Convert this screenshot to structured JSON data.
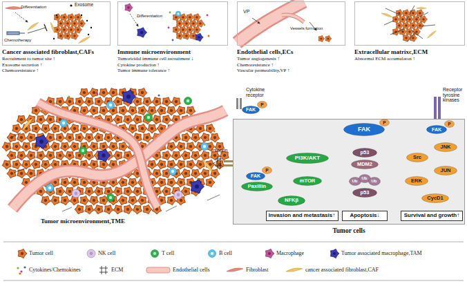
{
  "diagram": {
    "nodes": [
      {
        "text": [
          "Cancer associated fibroblast,CAFs",
          "Recruitment to tumor site ↑",
          "Exosome secretion ↑",
          "Chemoresistance ↑"
        ]
      },
      {
        "text": [
          "Immune microenvironment",
          "Tumoricidal immune cell recruitment ↓",
          "Cytokine producion ↑",
          "Tumor immune tolerance ↑"
        ]
      },
      {
        "text": [
          "Endothelial cells,ECs",
          "Tumor angiogenesis ↑",
          "Chemoresistance ↑",
          "Vascular permeability,VP ↑"
        ]
      },
      {
        "text": [
          "Extracellular matrixc,ECM",
          "Abnormal ECM accumulaton ↑"
        ]
      },
      {
        "text": [
          "Tumor cells"
        ]
      },
      {
        "text": [
          "FAK"
        ]
      },
      {
        "text": [
          "P"
        ]
      },
      {
        "text": [
          "FAK"
        ],
        "in": 4
      },
      {
        "text": [
          "P"
        ],
        "in": 4
      },
      {
        "text": [
          "FAK"
        ],
        "in": 4
      },
      {
        "text": [
          "P"
        ],
        "in": 4
      },
      {
        "text": [
          "FAK"
        ],
        "in": 4
      },
      {
        "text": [
          "P"
        ],
        "in": 4
      },
      {
        "text": [
          "Paxillin"
        ],
        "in": 4
      },
      {
        "text": [
          "PI3K/AKT"
        ],
        "in": 4
      },
      {
        "text": [
          "mTOR"
        ],
        "in": 4
      },
      {
        "text": [
          "NFKβ"
        ],
        "in": 4
      },
      {
        "text": [
          "p53"
        ],
        "in": 4
      },
      {
        "text": [
          "MDM2"
        ],
        "in": 4
      },
      {
        "text": [
          "Ub"
        ],
        "in": 4
      },
      {
        "text": [
          "Ub"
        ],
        "in": 4
      },
      {
        "text": [
          "Ub"
        ],
        "in": 4
      },
      {
        "text": [
          "p53"
        ],
        "in": 4
      },
      {
        "text": [
          "Src"
        ],
        "in": 4
      },
      {
        "text": [
          "ERK"
        ],
        "in": 4
      },
      {
        "text": [
          "JNK"
        ],
        "in": 4
      },
      {
        "text": [
          "JUN"
        ],
        "in": 4
      },
      {
        "text": [
          "CycD1"
        ],
        "in": 4
      },
      {
        "text": [
          "Invasion and metastasis↑"
        ],
        "in": 4
      },
      {
        "text": [
          "Apoptosis↓"
        ],
        "in": 4
      },
      {
        "text": [
          "Survival and growth↑"
        ],
        "in": 4
      }
    ],
    "edges": [
      {
        "from": 7,
        "to": 14,
        "arrow": "to"
      },
      {
        "from": 7,
        "to": 17,
        "arrow": "to"
      },
      {
        "from": 7,
        "to": 23,
        "arrow": "to"
      },
      {
        "from": 14,
        "to": 15,
        "arrow": "to"
      },
      {
        "from": 15,
        "to": 16,
        "arrow": "to"
      },
      {
        "from": 16,
        "to": 28,
        "arrow": "to"
      },
      {
        "from": 13,
        "to": 28,
        "arrow": "to"
      },
      {
        "from": 18,
        "to": 20,
        "arrow": "to"
      },
      {
        "from": 22,
        "to": 29,
        "arrow": "to"
      },
      {
        "from": 23,
        "to": 24,
        "arrow": "to"
      },
      {
        "from": 24,
        "to": 27,
        "arrow": "to"
      },
      {
        "from": 9,
        "to": 25,
        "arrow": "to"
      },
      {
        "from": 25,
        "to": 26,
        "arrow": "to"
      },
      {
        "from": 26,
        "to": 27,
        "arrow": "to"
      },
      {
        "from": 27,
        "to": 30,
        "arrow": "to"
      }
    ],
    "labels": [
      "Differentiation",
      "Exosome",
      "Chemotherapy",
      "Differentiation",
      "VP",
      "Vessels formation",
      "Tumor microenvironment,TME",
      "Cytokine receptor",
      "Integrin",
      "Receptor tyrosine kinases"
    ],
    "legend": [
      {
        "text": "Tumor cell"
      },
      {
        "text": "NK cell"
      },
      {
        "text": "T cell"
      },
      {
        "text": "B cell"
      },
      {
        "text": "Macrophage"
      },
      {
        "text": "Tumor associated macrophage,TAM"
      },
      {
        "text": "Cytokines/Chemokines"
      },
      {
        "text": "ECM"
      },
      {
        "text": "Endothelial cells"
      },
      {
        "text": "Fibroblast"
      },
      {
        "text": "cancer associated fibroblast,CAF"
      }
    ]
  }
}
